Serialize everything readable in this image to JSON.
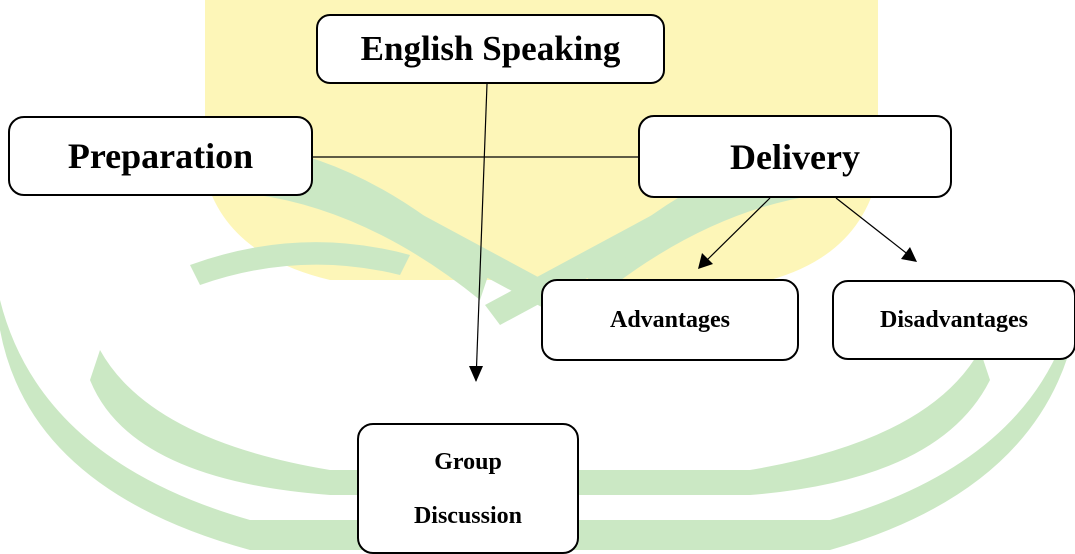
{
  "colors": {
    "watermark_yellow": "#fdf6b8",
    "watermark_green": "#cbe8c4",
    "box_border": "#000000",
    "box_fill": "#ffffff"
  },
  "nodes": {
    "english_speaking": "English Speaking",
    "preparation": "Preparation",
    "delivery": "Delivery",
    "advantages": "Advantages",
    "disadvantages": "Disadvantages",
    "group_line1": "Group",
    "group_line2": "Discussion"
  },
  "edges": [
    {
      "from": "preparation",
      "to": "delivery",
      "arrow": false
    },
    {
      "from": "english_speaking",
      "to": "group_discussion",
      "arrow": true
    },
    {
      "from": "delivery",
      "to": "advantages",
      "arrow": true
    },
    {
      "from": "delivery",
      "to": "disadvantages",
      "arrow": true
    }
  ]
}
